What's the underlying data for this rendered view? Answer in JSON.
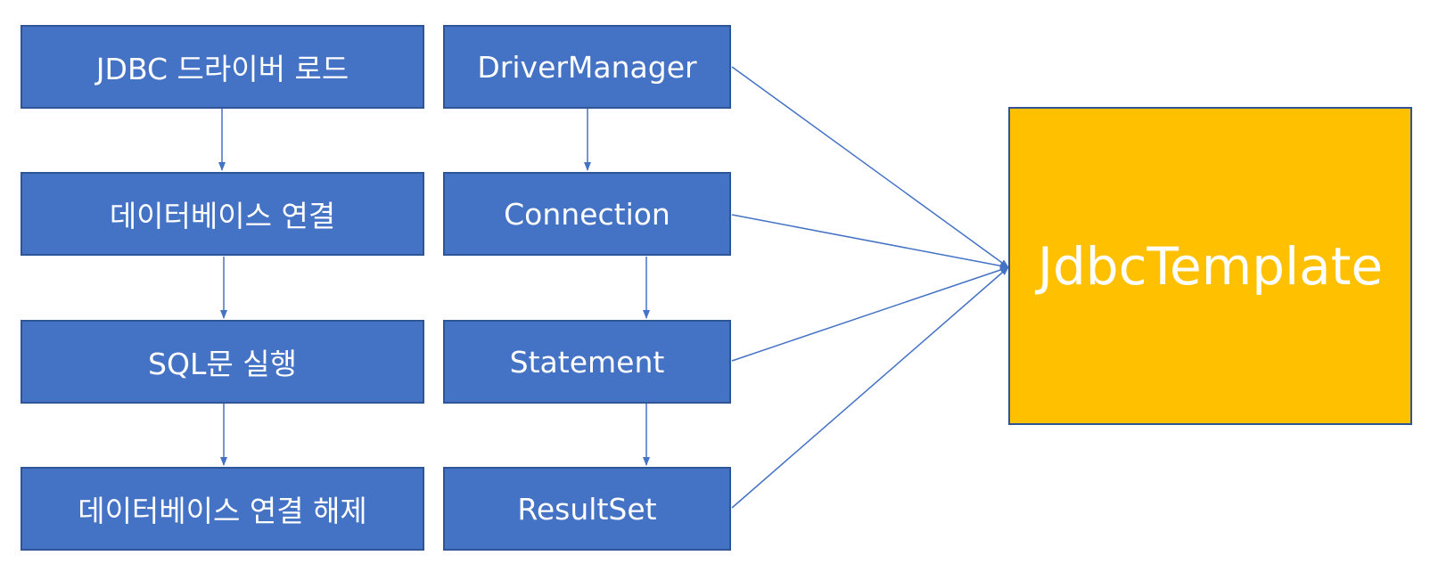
{
  "left_column": [
    "JDBC 드라이버 로드",
    "데이터베이스 연결",
    "SQL문 실행",
    "데이터베이스 연결 해제"
  ],
  "middle_column": [
    "DriverManager",
    "Connection",
    "Statement",
    "ResultSet"
  ],
  "target": "JdbcTemplate",
  "colors": {
    "box_fill": "#4472c4",
    "box_border": "#2f5597",
    "target_fill": "#ffc000",
    "text": "#ffffff",
    "connector": "#4472c4"
  }
}
